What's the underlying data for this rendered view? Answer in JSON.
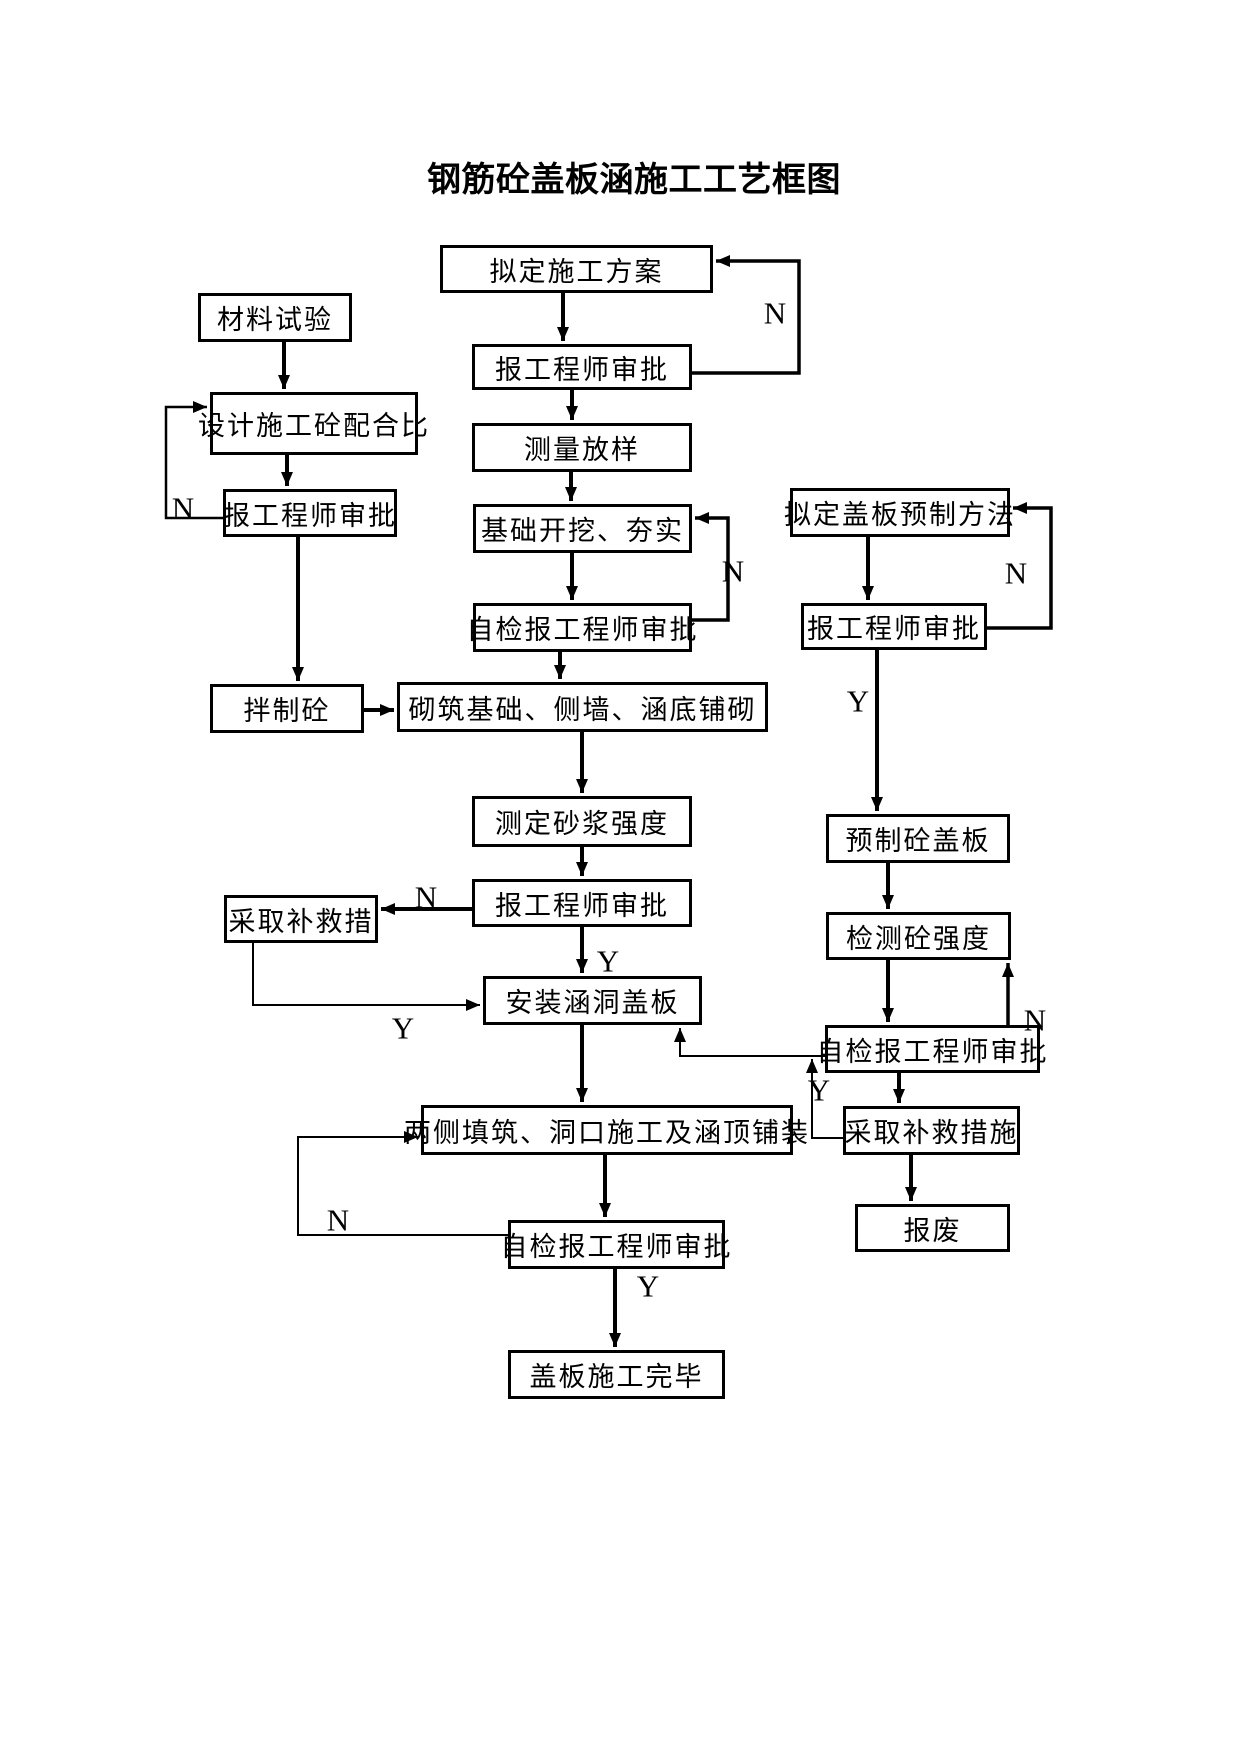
{
  "title": "钢筋砼盖板涵施工工艺框图",
  "labels": {
    "yes": "Y",
    "no": "N"
  },
  "nodes": {
    "draft_plan": {
      "label": "拟定施工方案"
    },
    "material_test": {
      "label": "材料试验"
    },
    "mix_design": {
      "label": "设计施工砼配合比"
    },
    "approval_left": {
      "label": "报工程师审批"
    },
    "approval_top": {
      "label": "报工程师审批"
    },
    "survey": {
      "label": "测量放样"
    },
    "excavation": {
      "label": "基础开挖、夯实"
    },
    "self_check_mid": {
      "label": "自检报工程师审批"
    },
    "mix_concrete": {
      "label": "拌制砼"
    },
    "masonry": {
      "label": "砌筑基础、侧墙、涵底铺砌"
    },
    "mortar_strength": {
      "label": "测定砂浆强度"
    },
    "approval_mortar": {
      "label": "报工程师审批"
    },
    "remedy_left": {
      "label": "采取补救措"
    },
    "install_slab": {
      "label": "安装涵洞盖板"
    },
    "backfill": {
      "label": "两侧填筑、洞口施工及涵顶铺装"
    },
    "self_check_bottom": {
      "label": "自检报工程师审批"
    },
    "complete": {
      "label": "盖板施工完毕"
    },
    "precast_method": {
      "label": "拟定盖板预制方法"
    },
    "approval_right": {
      "label": "报工程师审批"
    },
    "precast_slab": {
      "label": "预制砼盖板"
    },
    "strength_check": {
      "label": "检测砼强度"
    },
    "self_check_right": {
      "label": "自检报工程师审批"
    },
    "remedy_right": {
      "label": "采取补救措施"
    },
    "scrap": {
      "label": "报废"
    }
  },
  "edges": [
    {
      "from": "拟定施工方案",
      "to": "报工程师审批(施工方案)",
      "label": ""
    },
    {
      "from": "报工程师审批(施工方案)",
      "to": "拟定施工方案",
      "label": "N"
    },
    {
      "from": "报工程师审批(施工方案)",
      "to": "测量放样",
      "label": ""
    },
    {
      "from": "测量放样",
      "to": "基础开挖、夯实",
      "label": ""
    },
    {
      "from": "基础开挖、夯实",
      "to": "自检报工程师审批(基础)",
      "label": ""
    },
    {
      "from": "自检报工程师审批(基础)",
      "to": "基础开挖、夯实",
      "label": "N"
    },
    {
      "from": "自检报工程师审批(基础)",
      "to": "砌筑基础、侧墙、涵底铺砌",
      "label": ""
    },
    {
      "from": "材料试验",
      "to": "设计施工砼配合比",
      "label": ""
    },
    {
      "from": "设计施工砼配合比",
      "to": "报工程师审批(配合比)",
      "label": ""
    },
    {
      "from": "报工程师审批(配合比)",
      "to": "设计施工砼配合比",
      "label": "N"
    },
    {
      "from": "报工程师审批(配合比)",
      "to": "拌制砼",
      "label": ""
    },
    {
      "from": "拌制砼",
      "to": "砌筑基础、侧墙、涵底铺砌",
      "label": ""
    },
    {
      "from": "砌筑基础、侧墙、涵底铺砌",
      "to": "测定砂浆强度",
      "label": ""
    },
    {
      "from": "测定砂浆强度",
      "to": "报工程师审批(砂浆)",
      "label": ""
    },
    {
      "from": "报工程师审批(砂浆)",
      "to": "采取补救措",
      "label": "N"
    },
    {
      "from": "报工程师审批(砂浆)",
      "to": "安装涵洞盖板",
      "label": "Y"
    },
    {
      "from": "采取补救措",
      "to": "安装涵洞盖板",
      "label": "Y"
    },
    {
      "from": "安装涵洞盖板",
      "to": "两侧填筑、洞口施工及涵顶铺装",
      "label": ""
    },
    {
      "from": "两侧填筑、洞口施工及涵顶铺装",
      "to": "自检报工程师审批(填筑)",
      "label": ""
    },
    {
      "from": "自检报工程师审批(填筑)",
      "to": "两侧填筑、洞口施工及涵顶铺装",
      "label": "N"
    },
    {
      "from": "自检报工程师审批(填筑)",
      "to": "盖板施工完毕",
      "label": "Y"
    },
    {
      "from": "拟定盖板预制方法",
      "to": "报工程师审批(预制方法)",
      "label": ""
    },
    {
      "from": "报工程师审批(预制方法)",
      "to": "拟定盖板预制方法",
      "label": "N"
    },
    {
      "from": "报工程师审批(预制方法)",
      "to": "预制砼盖板",
      "label": "Y"
    },
    {
      "from": "预制砼盖板",
      "to": "检测砼强度",
      "label": ""
    },
    {
      "from": "检测砼强度",
      "to": "自检报工程师审批(盖板)",
      "label": ""
    },
    {
      "from": "自检报工程师审批(盖板)",
      "to": "检测砼强度",
      "label": "N"
    },
    {
      "from": "自检报工程师审批(盖板)",
      "to": "安装涵洞盖板",
      "label": "Y"
    },
    {
      "from": "自检报工程师审批(盖板)",
      "to": "采取补救措施",
      "label": ""
    },
    {
      "from": "采取补救措施",
      "to": "安装涵洞盖板",
      "label": ""
    },
    {
      "from": "采取补救措施",
      "to": "报废",
      "label": ""
    }
  ]
}
